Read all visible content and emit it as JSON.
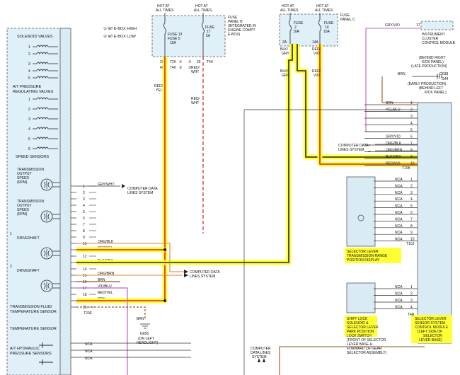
{
  "diagram": {
    "left_module": {
      "groups": [
        "SOLENOID VALVES",
        "A/T PRESSURE\nREGULATING VALVES",
        "SPEED SENSORS",
        "TRANSMISSION FLUID\nTEMPERATURE SENSOR",
        "TEMPERATURE SENSOR",
        "A/T HYDRAULIC\nPRESSURE SENSORS"
      ],
      "sensors": [
        {
          "label": "TRANSMISSION\nOUTPUT\nSPEED\n(RPM)",
          "num": ""
        },
        {
          "label": "TRANSMISSION\nOUTPUT\nSPEED\n(RPM)",
          "num": ""
        },
        {
          "label": "DRIVESHAFT",
          "num": "1"
        },
        {
          "label": "DRIVESHAFT",
          "num": "2"
        }
      ],
      "solenoid_pins": [
        "1",
        "2",
        "3",
        "4",
        "5"
      ],
      "pressure_pins": [
        "1",
        "2",
        "3",
        "4",
        "5",
        "6"
      ],
      "connector_label": "T20E"
    },
    "legend": [
      "① W/ E-BOX HIGH",
      "② W/ E-BOX LOW"
    ],
    "hot_labels": [
      "HOT AT\nALL TIMES",
      "HOT AT\nALL TIMES",
      "HOT AT\nALL TIMES",
      "HOT AT\nALL TIMES"
    ],
    "fuse_panel_b": {
      "title": "FUSE\nPANEL B\n(INTEGRATED IN\nENGINE COMPT\nE-BOX)",
      "fuse_a": "FUSE 13\nFUSE 5\n15A",
      "fuse_b": "FUSE\n17\n5A",
      "pins": [
        "20",
        "40",
        "25"
      ],
      "tags": [
        "T20",
        "T40",
        "T40"
      ],
      "circ": [
        "①",
        "②",
        "①",
        "②"
      ]
    },
    "fuse_panel_c": {
      "title": "FUSE\nPANEL C",
      "fuse_a": "FUSE\n2\n10A",
      "fuse_b": "FUSE\n14\n10A",
      "pins": [
        "2A",
        "14A"
      ]
    },
    "wire_labels": {
      "red_yel": "RED/\nYEL",
      "red_wht_1": "RED/\nWHT",
      "red_wht_2": "RED/\nWHT",
      "blk_gry_1": "BLK/\nGRY",
      "red_vio_1": "RED/\nVIO",
      "blk_gry_2": "BLK/\nGRY",
      "red_vio_2": "RED/\nVIO",
      "gry_vio": "GRY/VIO",
      "brn": "BRN"
    },
    "instrument_cluster": {
      "label": "INSTRUMENT\nCLUSTER\nCONTROL MODULE",
      "pin": "17"
    },
    "ground_g638": {
      "label": "(BEHIND RIGHT\nKICK PANEL)\n(LATE PRODUCTION)",
      "g1": "G638",
      "g2": "G44",
      "label2": "(EARLY PRODUCTION)\n(BEHIND LEFT\nKICK PANEL)"
    },
    "t10k": {
      "rows": [
        {
          "wire": "BRN",
          "pin": "1"
        },
        {
          "wire": "YEL/BLU",
          "pin": "2"
        },
        {
          "wire": "",
          "pin": "3"
        },
        {
          "wire": "",
          "pin": "4"
        },
        {
          "wire": "",
          "pin": "5"
        },
        {
          "wire": "GRY/VIO",
          "pin": "6"
        },
        {
          "wire": "ORG/BLK",
          "pin": "7"
        },
        {
          "wire": "ORG/BRN",
          "pin": "8"
        },
        {
          "wire": "BLK/GRY",
          "pin": "9"
        },
        {
          "wire": "RED/VIO",
          "pin": "10"
        }
      ],
      "name": "T10K",
      "cdl": "COMPUTER DATA\nLINES SYSTEM"
    },
    "t10j": {
      "rows": [
        {
          "wire": "NCA",
          "pin": "1"
        },
        {
          "wire": "NCA",
          "pin": "2"
        },
        {
          "wire": "NCA",
          "pin": "3"
        },
        {
          "wire": "NCA",
          "pin": "4"
        },
        {
          "wire": "NCA",
          "pin": "5"
        },
        {
          "wire": "NCA",
          "pin": "6"
        },
        {
          "wire": "NCA",
          "pin": "7"
        },
        {
          "wire": "NCA",
          "pin": "8"
        },
        {
          "wire": "NCA",
          "pin": "9"
        },
        {
          "wire": "NCA",
          "pin": "10"
        }
      ],
      "name": "T10J",
      "component": "SELECTOR LEVER\nTRANSMISSION RANGE\nPOSITION DISPLAY"
    },
    "t4r": {
      "rows": [
        {
          "wire": "NCA",
          "pin": "1"
        },
        {
          "wire": "NCA",
          "pin": "2"
        },
        {
          "wire": "NCA",
          "pin": "3"
        },
        {
          "wire": "NCA",
          "pin": "4"
        }
      ],
      "name": "T4R",
      "component": "SHIFT LOCK\nSOLENOID &\nSELECTOR LEVER\nPARK POSITION\nLOCK SWITCH\n(FRONT OF SELECTOR\nLEVER BASE &\nFORWARD OF GEAR\nSELECTOR ASSEMBLY)"
    },
    "selector_module": "SELECTOR LEVER\nSENSOR SYSTEM\nCONTROL MODULE\n(LEFT SIDE OF\nSELECTOR\nLEVER BASE)",
    "t20e_rows": [
      {
        "pin": "1",
        "wire": "GRY/WHT"
      },
      {
        "pin": "2",
        "wire": ""
      },
      {
        "pin": "3",
        "wire": ""
      },
      {
        "pin": "4",
        "wire": ""
      },
      {
        "pin": "5",
        "wire": ""
      },
      {
        "pin": "6",
        "wire": ""
      },
      {
        "pin": "7",
        "wire": ""
      },
      {
        "pin": "8",
        "wire": ""
      },
      {
        "pin": "9",
        "wire": ""
      },
      {
        "pin": "10",
        "wire": "ORG/BLK"
      },
      {
        "pin": "11",
        "wire": "RED/YEL"
      },
      {
        "pin": "12",
        "wire": ""
      },
      {
        "pin": "13",
        "wire": "BLK/GRY"
      },
      {
        "pin": "14",
        "wire": ""
      },
      {
        "pin": "15",
        "wire": "ORG/BRN"
      },
      {
        "pin": "16",
        "wire": "BRN"
      },
      {
        "pin": "17",
        "wire": "VIO/BLU"
      },
      {
        "pin": "18",
        "wire": "RED/YEL"
      },
      {
        "pin": "19",
        "wire": "BRN"
      },
      {
        "pin": "20",
        "wire": ""
      }
    ],
    "cdl_labels": [
      "COMPUTER DATA\nLINES SYSTEM",
      "COMPUTER DATA\nLINES SYSTEM",
      "COMPUTER\nDATA LINES\nSYSTEM"
    ],
    "ground_g655": {
      "g": "G655",
      "note": "(ON LEFT\nHEADLIGHT)",
      "wire": "BRN"
    },
    "bottom_nca": [
      "NCA",
      "NCA",
      "NCA"
    ],
    "colors": {
      "highlight": "#ffff33",
      "red_yel": "#e02020",
      "red_wht": "#d04040",
      "blk_gry": "#222222",
      "gry_vio": "#c060c0",
      "brn": "#8a5a2a",
      "org": "#e08030"
    }
  }
}
